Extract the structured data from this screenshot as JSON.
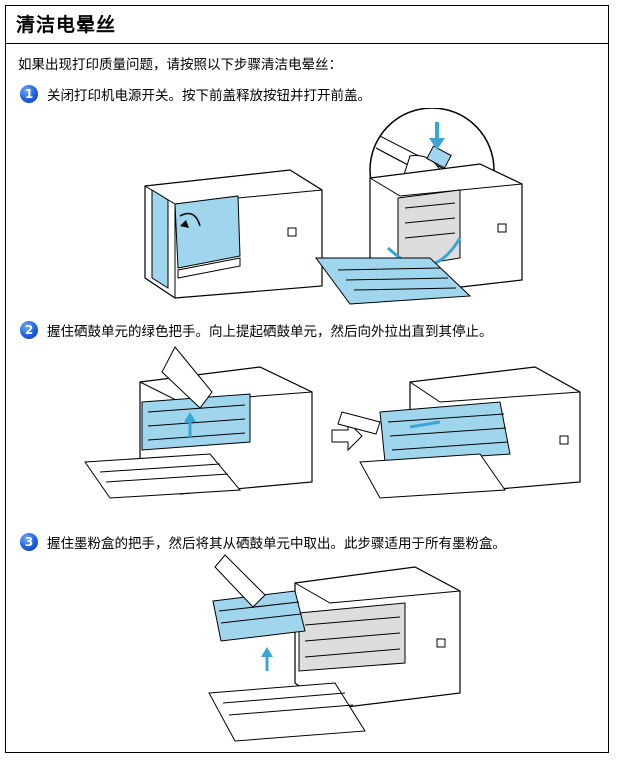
{
  "title": "清洁电晕丝",
  "intro": "如果出现打印质量问题，请按照以下步骤清洁电晕丝：",
  "steps": [
    {
      "number": "1",
      "text": "关闭打印机电源开关。按下前盖释放按钮并打开前盖。"
    },
    {
      "number": "2",
      "text": "握住硒鼓单元的绿色把手。向上提起硒鼓单元，然后向外拉出直到其停止。"
    },
    {
      "number": "3",
      "text": "握住墨粉盒的把手，然后将其从硒鼓单元中取出。此步骤适用于所有墨粉盒。"
    }
  ],
  "colors": {
    "highlight": "#9fd6ee",
    "highlight_dark": "#3aa6d6",
    "step_badge": "#1d5fe0"
  }
}
